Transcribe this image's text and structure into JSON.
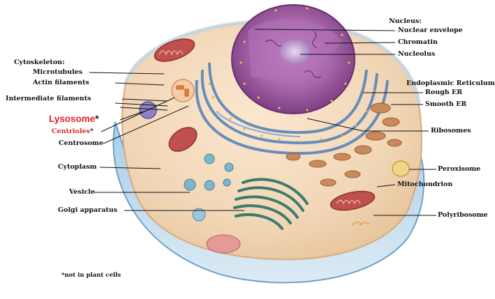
{
  "labels": {
    "cytoskeleton": "Cytoskeleton:",
    "microtubules": "Microtubules",
    "actin_filaments": "Actin filaments",
    "intermediate_filaments": "Intermediate filaments",
    "lysosome": "Lysosome",
    "lysosome_mark": "*",
    "centrioles": "Centrioles",
    "centrioles_mark": "*",
    "centrosome": "Centrosome",
    "cytoplasm": "Cytoplasm",
    "vesicle": "Vesicle",
    "golgi": "Golgi apparatus",
    "nucleus": "Nucleus:",
    "nuclear_envelope": "Nuclear envelope",
    "chromatin": "Chromatin",
    "nucleolus": "Nucleolus",
    "er": "Endoplasmic Reticulum:",
    "rough_er": "Rough ER",
    "smooth_er": "Smooth ER",
    "ribosomes": "Ribosomes",
    "peroxisome": "Peroxisome",
    "mitochondrion": "Mitochondrion",
    "polyribosome": "Polyribosome"
  },
  "footnote": "*not in plant cells",
  "colors": {
    "membrane": "#7fb4d8",
    "cytoplasm": "#f3dcc0",
    "nucleus": "#a35ca6",
    "nucleolus": "#c9a6d6",
    "er": "#4f7fb8",
    "golgi": "#3d7a6e",
    "mitochondria": "#c0504d",
    "lysosome": "#8e83c8",
    "peroxisome": "#e9c46a",
    "red_label": "#e3222a"
  }
}
